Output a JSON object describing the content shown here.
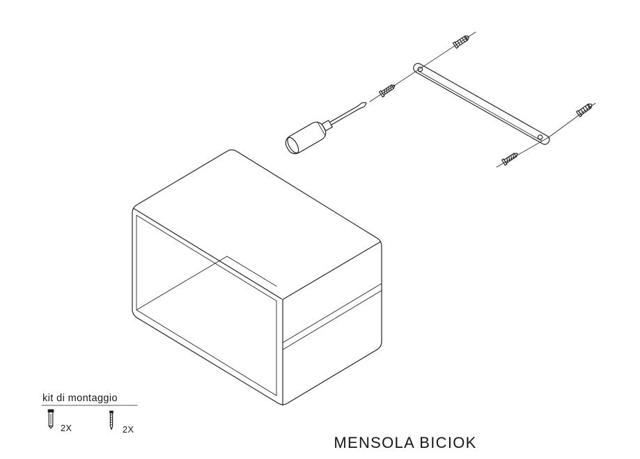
{
  "title": "MENSOLA BICIOK",
  "legend": {
    "heading": "kit di montaggio",
    "items": [
      {
        "icon": "wall-anchor-icon",
        "quantity": "2X"
      },
      {
        "icon": "screw-icon",
        "quantity": "2X"
      }
    ]
  },
  "diagram": {
    "parts": [
      "shelf-box",
      "screwdriver",
      "mounting-rail",
      "screw",
      "screw",
      "wall-anchor",
      "wall-anchor"
    ]
  },
  "colors": {
    "line": "#1c1c1c",
    "background": "#ffffff",
    "text": "#161616"
  }
}
